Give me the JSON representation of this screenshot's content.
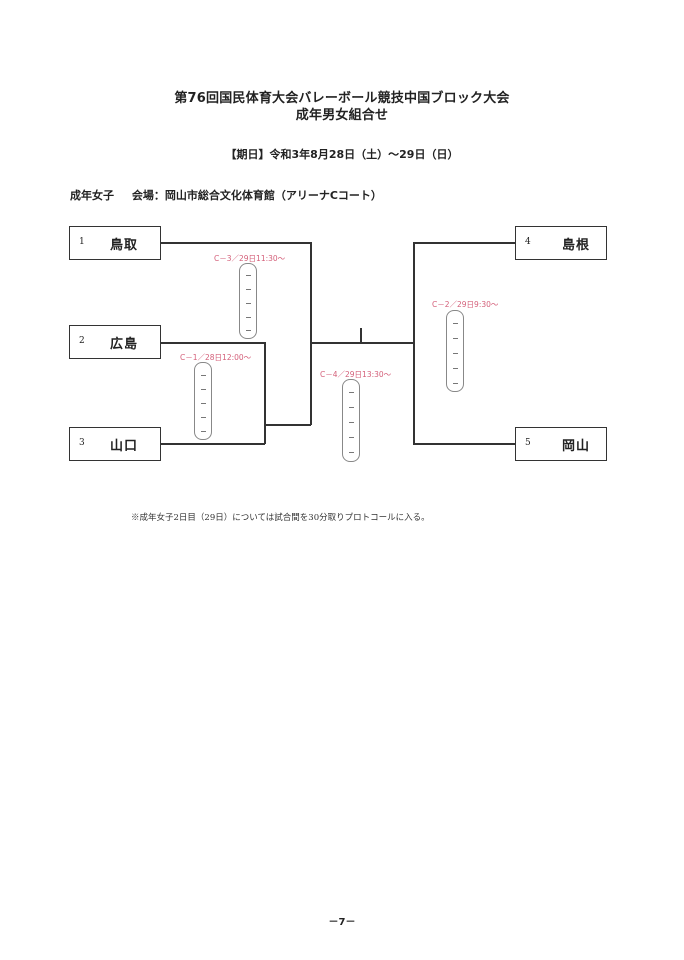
{
  "header": {
    "title_line1": "第76回国民体育大会バレーボール競技中国ブロック大会",
    "title_line2": "成年男女組合せ",
    "dates": "【期日】令和3年8月28日（土）～29日（日）"
  },
  "venue": {
    "category": "成年女子",
    "location": "会場：岡山市総合文化体育館（アリーナCコート）"
  },
  "teams": [
    {
      "seed": "1",
      "name": "鳥取"
    },
    {
      "seed": "2",
      "name": "広島"
    },
    {
      "seed": "3",
      "name": "山口"
    },
    {
      "seed": "4",
      "name": "島根"
    },
    {
      "seed": "5",
      "name": "岡山"
    }
  ],
  "matches": [
    {
      "label": "C－1／28日12:00～"
    },
    {
      "label": "C－2／29日9:30～"
    },
    {
      "label": "C－3／29日11:30～"
    },
    {
      "label": "C－4／29日13:30～"
    }
  ],
  "colors": {
    "match_label": "#d4607a",
    "line": "#333333"
  },
  "note": "※成年女子2日目（29日）については試合間を30分取りプロトコールに入る。",
  "page_number": "－7－"
}
